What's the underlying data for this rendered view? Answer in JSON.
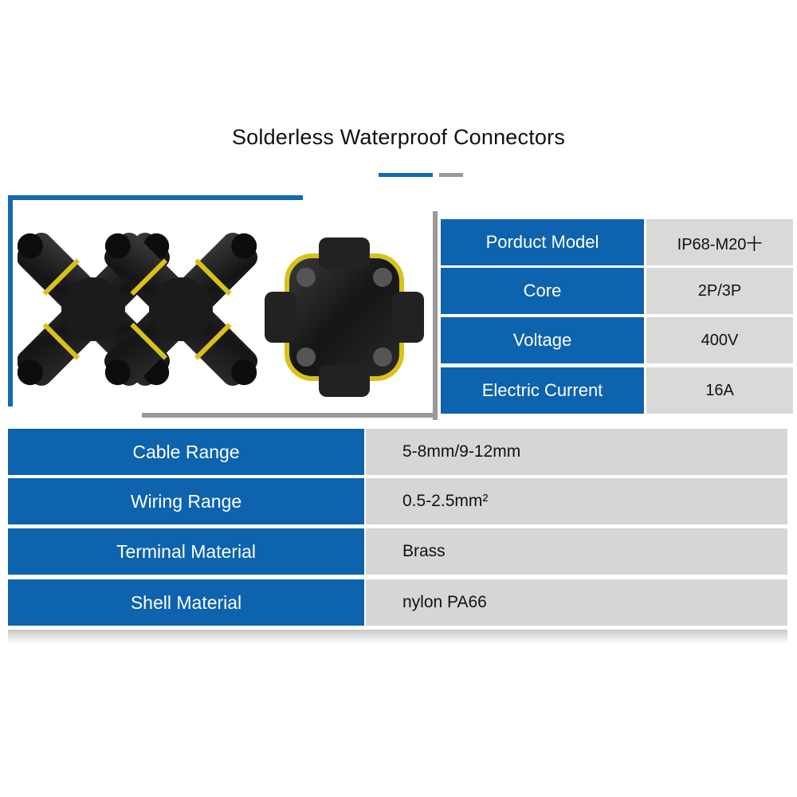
{
  "title": "Solderless Waterproof Connectors",
  "colors": {
    "accent_blue": "#0d63ad",
    "cell_gray": "#d9d9d9",
    "frame_gray": "#9a9a9a"
  },
  "product_image": {
    "description_icon": "connector-photo-icon"
  },
  "spec_table": [
    {
      "label": "Porduct Model",
      "value": "IP68-M20十"
    },
    {
      "label": "Core",
      "value": "2P/3P"
    },
    {
      "label": "Voltage",
      "value": "400V"
    },
    {
      "label": "Electric Current",
      "value": "16A"
    }
  ],
  "detail_table": [
    {
      "label": "Cable Range",
      "value": "5-8mm/9-12mm"
    },
    {
      "label": "Wiring Range",
      "value": "0.5-2.5mm²"
    },
    {
      "label": "Terminal Material",
      "value": "Brass"
    },
    {
      "label": "Shell Material",
      "value": "nylon PA66"
    }
  ]
}
